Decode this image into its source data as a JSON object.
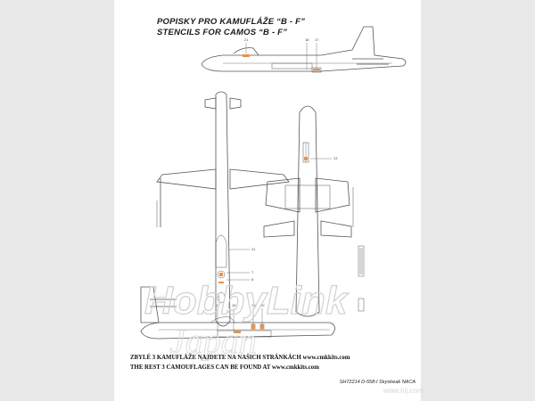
{
  "sheet": {
    "title_cz": "POPISKY PRO KAMUFLÁŽE “B - F”",
    "title_en": "STENCILS FOR CAMOS “B - F”",
    "note_cz": "ZBYLÉ 3 KAMUFLÁŽE NAJDETE NA NAŠICH STRÁNKÁCH www.cmkkits.com",
    "note_en": "THE REST 3 CAMOUFLAGES CAN BE FOUND AT www.cmkkits.com",
    "footer": "SH72214 D-558-I Skystreak NACA"
  },
  "callouts": {
    "side_top": [
      "21",
      "18",
      "17"
    ],
    "top_view": [
      "21",
      "7",
      "6"
    ],
    "bottom_view": [
      "13"
    ],
    "side_bottom": [
      "17",
      "18",
      "19",
      "20"
    ]
  },
  "watermark": {
    "brand": "HobbyLink",
    "sub": "Japan",
    "url": "www.hlj.com"
  },
  "colors": {
    "stencil_orange": "#e8934a",
    "line": "#555555"
  }
}
